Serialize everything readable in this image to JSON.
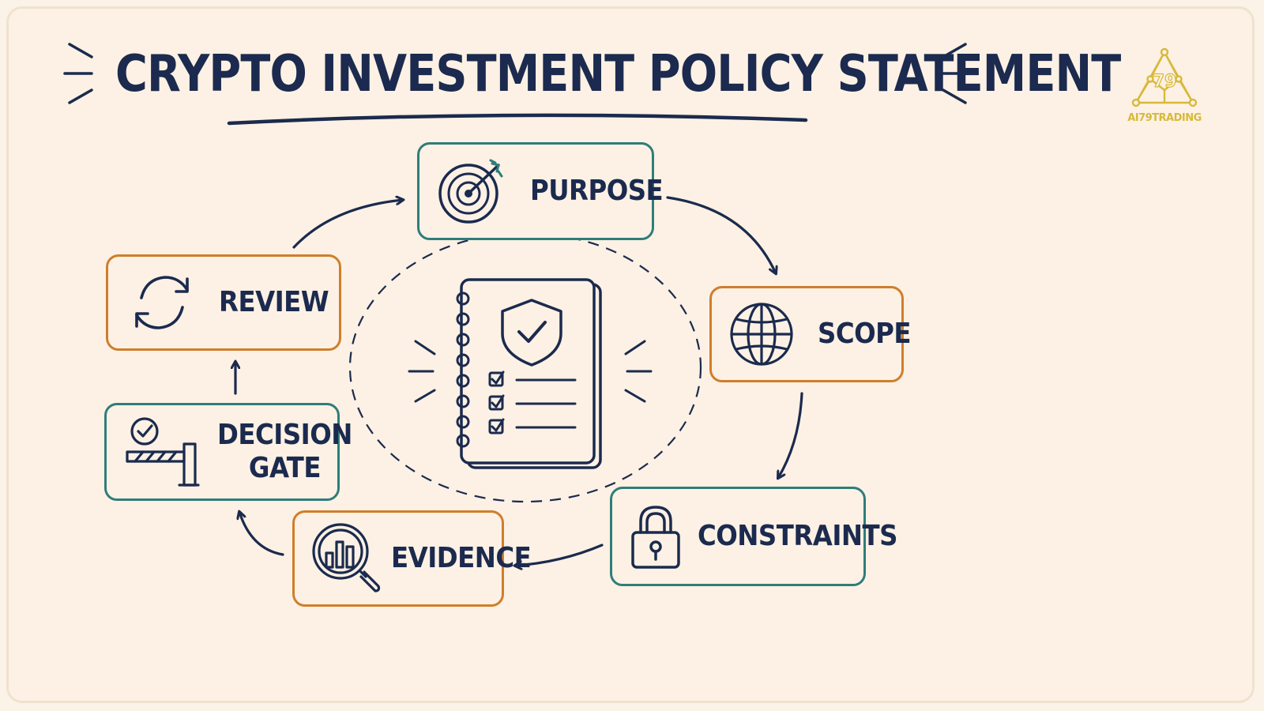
{
  "title": "CRYPTO INVESTMENT POLICY STATEMENT",
  "logo": {
    "text": "AI79TRADING",
    "mark": "79",
    "icon": "triangle-network-logo"
  },
  "colors": {
    "background": "#fcf1e4",
    "ink": "#1b2a4e",
    "teal": "#2f7d7a",
    "orange": "#cf7e2c",
    "logo": "#d8b93a"
  },
  "center": {
    "icon": "policy-notebook-shield-checklist-icon"
  },
  "steps": [
    {
      "label": "PURPOSE",
      "icon": "target-icon",
      "color": "teal"
    },
    {
      "label": "SCOPE",
      "icon": "globe-icon",
      "color": "orange"
    },
    {
      "label": "CONSTRAINTS",
      "icon": "padlock-icon",
      "color": "teal"
    },
    {
      "label": "EVIDENCE",
      "icon": "magnifier-chart-icon",
      "color": "orange"
    },
    {
      "label_line1": "DECISION",
      "label_line2": "GATE",
      "icon": "gate-barrier-icon",
      "color": "teal"
    },
    {
      "label": "REVIEW",
      "icon": "refresh-cycle-icon",
      "color": "orange"
    }
  ]
}
